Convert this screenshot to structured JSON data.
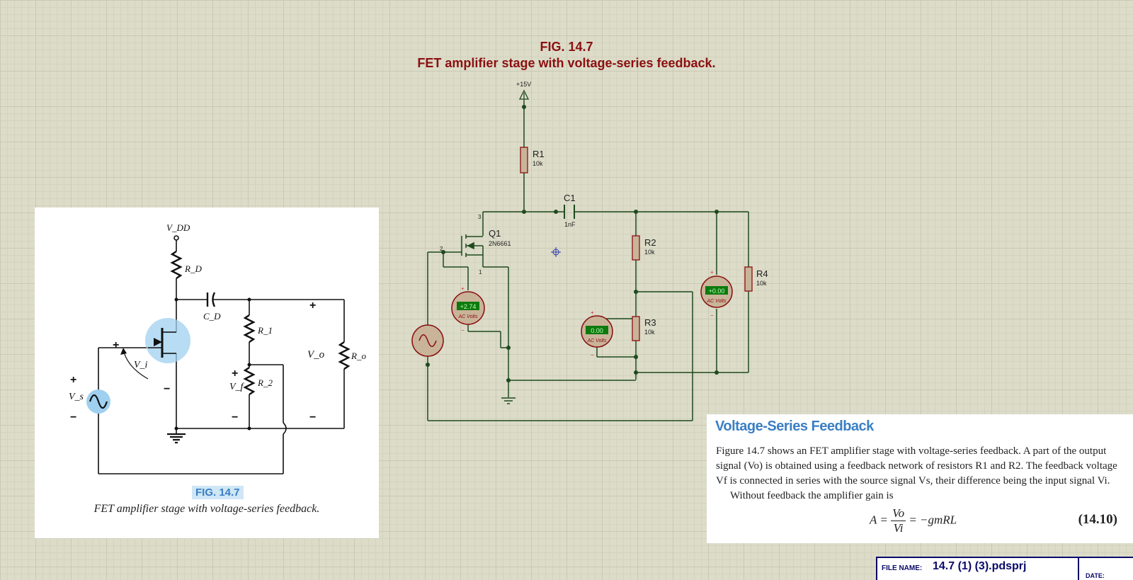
{
  "header": {
    "fig_label": "FIG. 14.7",
    "fig_title": "FET amplifier stage with voltage-series feedback."
  },
  "schematic": {
    "supply_label": "+15V",
    "q1": {
      "ref": "Q1",
      "part": "2N6661",
      "pin_drain": "3",
      "pin_gate": "2",
      "pin_source": "1"
    },
    "r1": {
      "ref": "R1",
      "value": "10k"
    },
    "r2": {
      "ref": "R2",
      "value": "10k"
    },
    "r3": {
      "ref": "R3",
      "value": "10k"
    },
    "r4": {
      "ref": "R4",
      "value": "10k"
    },
    "c1": {
      "ref": "C1",
      "value": "1nF"
    },
    "voltmeters": [
      {
        "reading": "+2.74",
        "mode": "AC Volts"
      },
      {
        "reading": "0.00",
        "mode": "AC Volts"
      },
      {
        "reading": "+0.00",
        "mode": "AC Volts"
      }
    ],
    "plus": "+",
    "minus": "−"
  },
  "textbook_figure": {
    "vdd": "V_DD",
    "rd": "R_D",
    "cd": "C_D",
    "r1": "R_1",
    "r2": "R_2",
    "ro": "R_o",
    "vo": "V_o",
    "vf": "V_f",
    "vi": "V_i",
    "vs": "V_s",
    "caption_label": "FIG. 14.7",
    "caption": "FET amplifier stage with voltage-series feedback."
  },
  "text_panel": {
    "title": "Voltage-Series Feedback",
    "paragraph": "Figure 14.7 shows an FET amplifier stage with voltage-series feedback. A part of the output signal (Vo) is obtained using a feedback network of resistors R1 and R2. The feedback voltage Vf is connected in series with the source signal Vs, their difference being the input signal Vi.",
    "line2": "Without feedback the amplifier gain is",
    "eq_lhs": "A =",
    "eq_num": "Vo",
    "eq_den": "Vi",
    "eq_rhs": "= −gmRL",
    "eq_number": "(14.10)"
  },
  "footer": {
    "file_name_label": "FILE NAME:",
    "file_name": "14.7 (1) (3).pdsprj",
    "date_label": "DATE:"
  },
  "colors": {
    "grid_bg": "#dcdcc9",
    "title_red": "#8b1010",
    "wire": "#1e4a1e",
    "component": "#8b1010",
    "component_fill": "#c9b49a",
    "meter_display": "#0d7a0d",
    "highlight_blue": "#9fd0ef",
    "panel_title_blue": "#3a7fc3",
    "footer_navy": "#0a0a6a"
  }
}
